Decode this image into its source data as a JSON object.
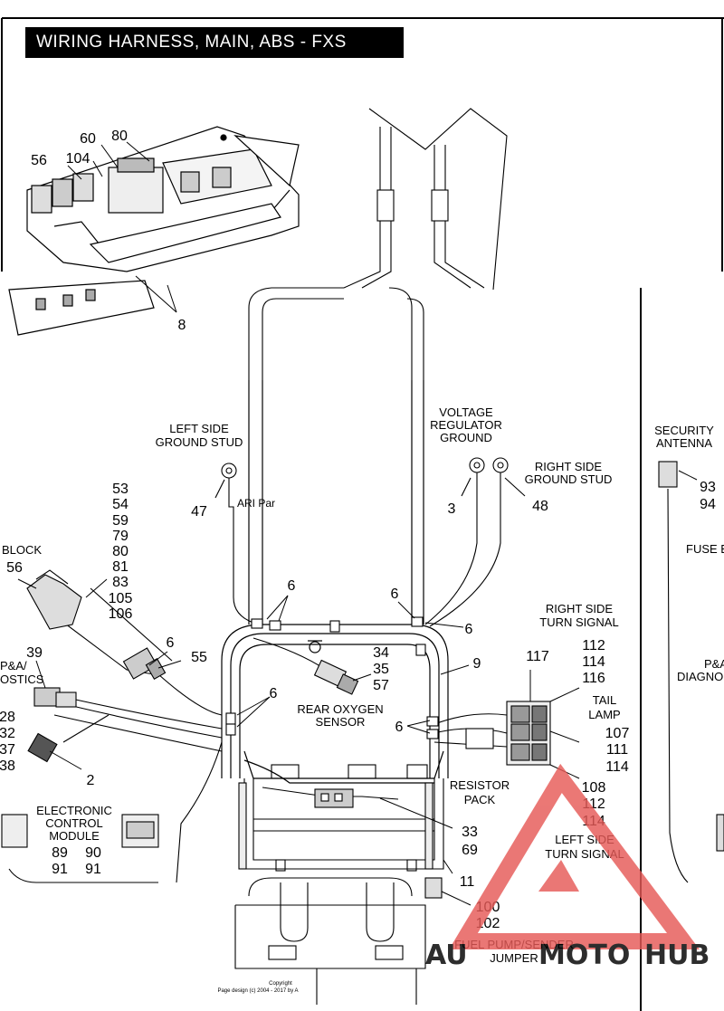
{
  "title": "WIRING HARNESS, MAIN, ABS - FXS",
  "labels": {
    "left_ground_1": "LEFT SIDE",
    "left_ground_2": "GROUND STUD",
    "vreg_1": "VOLTAGE",
    "vreg_2": "REGULATOR",
    "vreg_3": "GROUND",
    "right_ground_1": "RIGHT SIDE",
    "right_ground_2": "GROUND STUD",
    "security_1": "SECURITY",
    "security_2": "ANTENNA",
    "block": "BLOCK",
    "fuse": "FUSE B",
    "pa_left_1": "P&A/",
    "pa_left_2": "OSTICS",
    "pa_right_1": "P&A",
    "pa_right_2": "DIAGNO",
    "rts_1": "RIGHT SIDE",
    "rts_2": "TURN SIGNAL",
    "tail_1": "TAIL",
    "tail_2": "LAMP",
    "o2_1": "REAR OXYGEN",
    "o2_2": "SENSOR",
    "ecm_1": "ELECTRONIC",
    "ecm_2": "CONTROL",
    "ecm_3": "MODULE",
    "resistor_1": "RESISTOR",
    "resistor_2": "PACK",
    "lts_1": "LEFT SIDE",
    "lts_2": "TURN SIGNAL",
    "fuel_1": "FUEL PUMP/SENDER",
    "fuel_2": "JUMPER",
    "copyright_1": "Copyright",
    "copyright_2": "Page design (c) 2004 - 2017 by A",
    "faint": "ARI Par"
  },
  "callouts": {
    "c60": "60",
    "c80": "80",
    "c56a": "56",
    "c104": "104",
    "c8": "8",
    "c47": "47",
    "c3": "3",
    "c48": "48",
    "c93": "93",
    "c94": "94",
    "c53": "53",
    "c54": "54",
    "c59": "59",
    "c79": "79",
    "c80b": "80",
    "c81": "81",
    "c83": "83",
    "c105": "105",
    "c106": "106",
    "c56b": "56",
    "c39": "39",
    "c6a": "6",
    "c55": "55",
    "c28": "28",
    "c32": "32",
    "c37": "37",
    "c38": "38",
    "c2": "2",
    "c6b": "6",
    "c6c": "6",
    "c6d": "6",
    "c6e": "6",
    "c6f": "6",
    "c34": "34",
    "c35": "35",
    "c57": "57",
    "c9": "9",
    "c117": "117",
    "c112a": "112",
    "c114a": "114",
    "c116": "116",
    "c107": "107",
    "c111": "111",
    "c114b": "114",
    "c108": "108",
    "c112b": "112",
    "c114c": "114",
    "c33": "33",
    "c69": "69",
    "c11": "11",
    "c100": "100",
    "c102": "102",
    "c89": "89",
    "c91a": "91",
    "c90": "90",
    "c91b": "91"
  },
  "watermark": {
    "text_left": "AU",
    "text_mid": "MOTO",
    "text_right": "HUB",
    "color_red": "#e65a57",
    "color_dark": "#2a2a2a"
  }
}
